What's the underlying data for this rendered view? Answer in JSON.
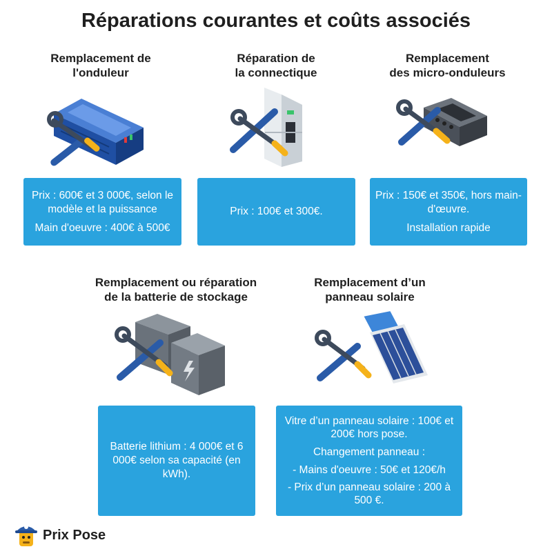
{
  "title": "Réparations courantes et coûts associés",
  "cards": [
    {
      "title_lines": [
        "Remplacement de",
        "l'onduleur"
      ],
      "icon": "inverter-with-tools-icon",
      "lines": [
        "Prix : 600€ et 3 000€, selon le modèle et la puissance",
        "Main d'oeuvre : 400€ à 500€"
      ]
    },
    {
      "title_lines": [
        "Réparation de",
        "la connectique"
      ],
      "icon": "wall-inverter-with-tools-icon",
      "lines": [
        "Prix : 100€ et 300€."
      ]
    },
    {
      "title_lines": [
        "Remplacement",
        "des micro-onduleurs"
      ],
      "icon": "micro-inverter-with-tools-icon",
      "lines": [
        "Prix : 150€ et 350€, hors main-d'œuvre.",
        "Installation rapide"
      ]
    },
    {
      "title_lines": [
        "Remplacement ou réparation",
        "de la batterie de stockage"
      ],
      "icon": "battery-with-tools-icon",
      "lines": [
        "Batterie lithium : 4 000€ et 6 000€ selon sa capacité (en kWh)."
      ]
    },
    {
      "title_lines": [
        "Remplacement d’un",
        "panneau solaire"
      ],
      "icon": "solar-panel-with-tools-icon",
      "lines": [
        "Vitre d’un panneau solaire : 100€ et 200€ hors pose.",
        "Changement panneau :",
        "-   Mains d'oeuvre : 50€ et 120€/h",
        "-   Prix d’un panneau solaire : 200 à 500 €."
      ]
    }
  ],
  "brand": {
    "name": "Prix Pose",
    "icon": "mascot-logo-icon"
  },
  "colors": {
    "box": "#2aa3de",
    "wrench": "#3d4a5c",
    "handle_blue": "#2a5ba8",
    "handle_yellow": "#f5b21a"
  }
}
